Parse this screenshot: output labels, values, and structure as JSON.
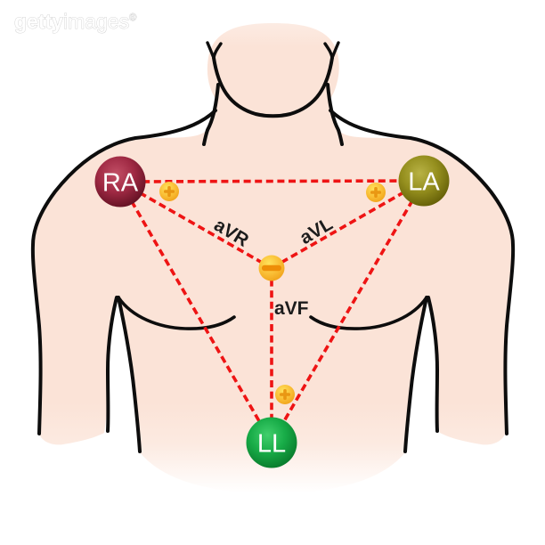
{
  "watermark": {
    "brand_bold": "getty",
    "brand_light": "images",
    "registered_mark": "®"
  },
  "diagram": {
    "electrodes": [
      {
        "id": "RA",
        "label": "RA",
        "color": "#8e2039",
        "position": "right-arm-shoulder"
      },
      {
        "id": "LA",
        "label": "LA",
        "color": "#8a8418",
        "position": "left-arm-shoulder"
      },
      {
        "id": "LL",
        "label": "LL",
        "color": "#13a040",
        "position": "left-leg-lower-torso"
      }
    ],
    "leads": [
      {
        "label": "aVR"
      },
      {
        "label": "aVL"
      },
      {
        "label": "aVF"
      }
    ],
    "polarity": {
      "plus_symbol": "+",
      "minus_symbol": "−",
      "marker_color": "#f6ab24",
      "symbol_color": "#e8920e"
    },
    "colors": {
      "lead_line_red": "#ee1414",
      "skin": "#fbe3d7",
      "outline_black": "#0d0d0d",
      "label_text_white": "#ffffff",
      "lead_label_black": "#1c1c1c"
    }
  }
}
